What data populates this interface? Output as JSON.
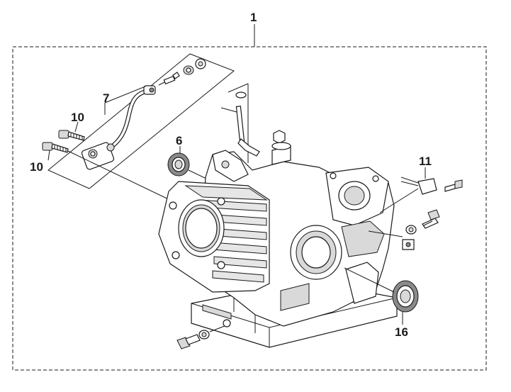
{
  "callouts": {
    "assembly": "1",
    "oil_pipe": "7",
    "bolt_upper": "10",
    "bolt_lower": "10",
    "oil_seal_small": "6",
    "oil_sensor": "11",
    "oil_seal_large": "16"
  },
  "colors": {
    "line": "#1a1a1a",
    "part_fill": "#ffffff",
    "shade": "#d9d9d9",
    "dark": "#8a8a8a"
  }
}
